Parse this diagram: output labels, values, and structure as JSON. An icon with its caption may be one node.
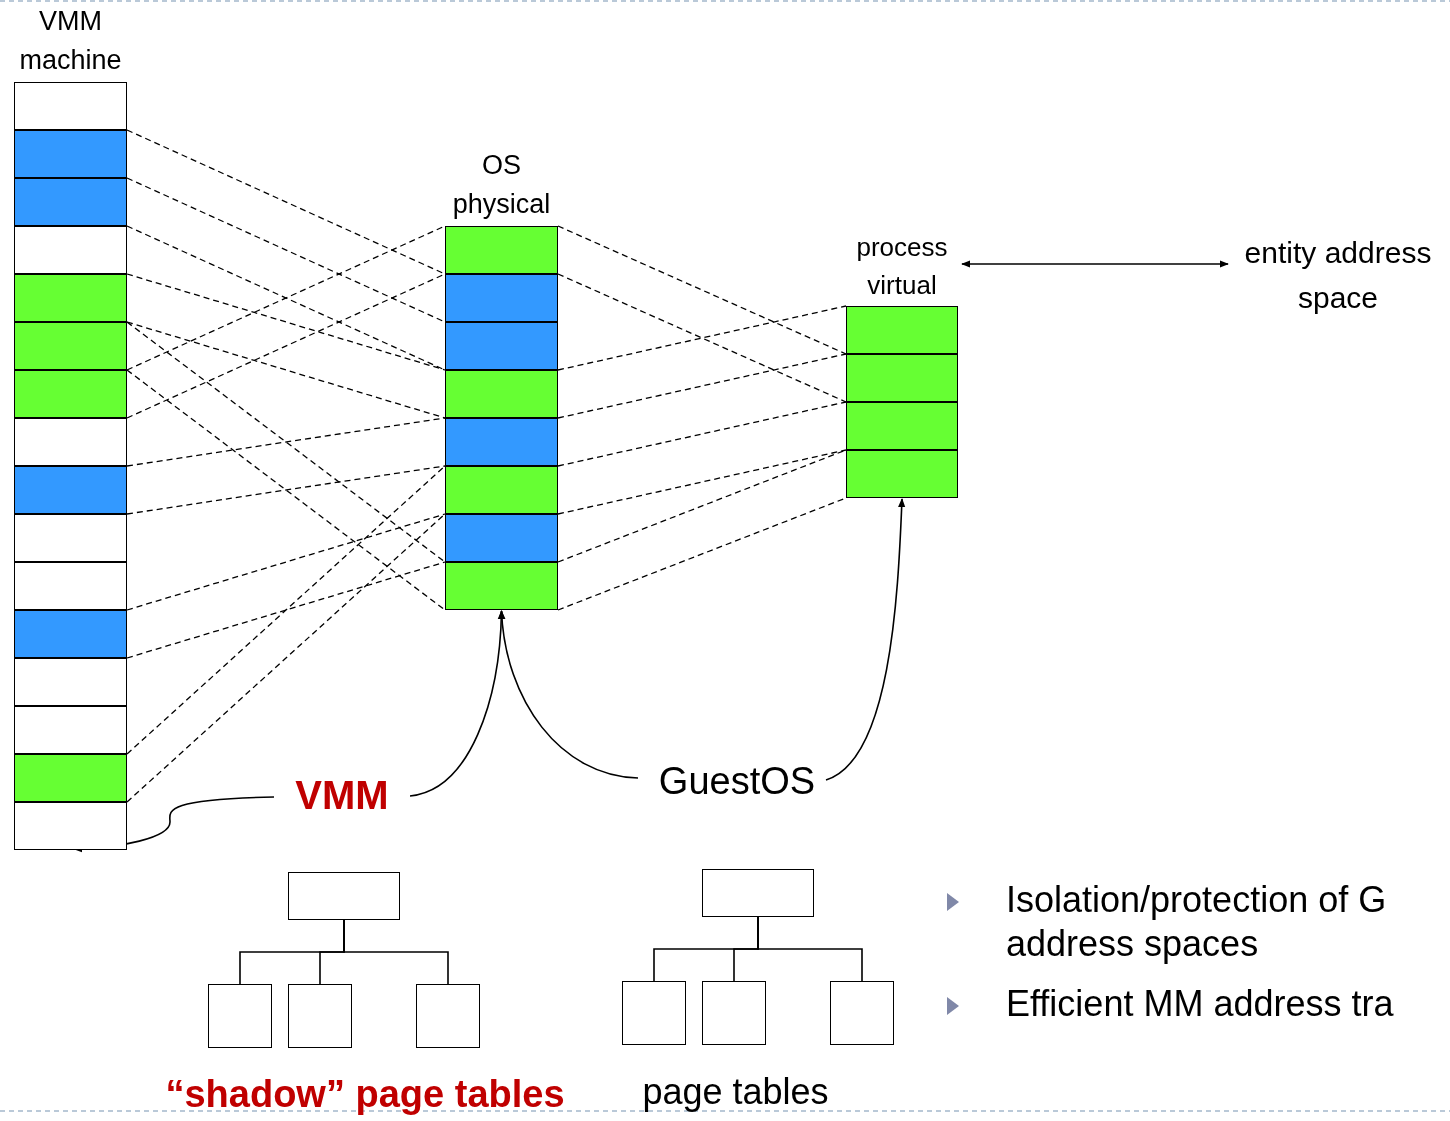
{
  "diagram": {
    "nodes": [
      {
        "text": [
          "VMM machine"
        ]
      },
      {
        "text": [],
        "shape": "box",
        "in": 0
      },
      {
        "text": [],
        "shape": "box",
        "in": 0
      },
      {
        "text": [],
        "shape": "box",
        "in": 0
      },
      {
        "text": [],
        "shape": "box",
        "in": 0
      },
      {
        "text": [],
        "shape": "box",
        "in": 0
      },
      {
        "text": [],
        "shape": "box",
        "in": 0
      },
      {
        "text": [],
        "shape": "box",
        "in": 0
      },
      {
        "text": [],
        "shape": "box",
        "in": 0
      },
      {
        "text": [],
        "shape": "box",
        "in": 0
      },
      {
        "text": [],
        "shape": "box",
        "in": 0
      },
      {
        "text": [],
        "shape": "box",
        "in": 0
      },
      {
        "text": [],
        "shape": "box",
        "in": 0
      },
      {
        "text": [],
        "shape": "box",
        "in": 0
      },
      {
        "text": [],
        "shape": "box",
        "in": 0
      },
      {
        "text": [],
        "shape": "box",
        "in": 0
      },
      {
        "text": [],
        "shape": "box",
        "in": 0
      },
      {
        "text": [
          "OS physical"
        ]
      },
      {
        "text": [],
        "shape": "box",
        "in": 17
      },
      {
        "text": [],
        "shape": "box",
        "in": 17
      },
      {
        "text": [],
        "shape": "box",
        "in": 17
      },
      {
        "text": [],
        "shape": "box",
        "in": 17
      },
      {
        "text": [],
        "shape": "box",
        "in": 17
      },
      {
        "text": [],
        "shape": "box",
        "in": 17
      },
      {
        "text": [],
        "shape": "box",
        "in": 17
      },
      {
        "text": [],
        "shape": "box",
        "in": 17
      },
      {
        "text": [
          "process virtual"
        ]
      },
      {
        "text": [],
        "shape": "box",
        "in": 26
      },
      {
        "text": [],
        "shape": "box",
        "in": 26
      },
      {
        "text": [],
        "shape": "box",
        "in": 26
      },
      {
        "text": [],
        "shape": "box",
        "in": 26
      },
      {
        "text": [
          "entity address space"
        ]
      },
      {
        "text": [
          "VMM"
        ]
      },
      {
        "text": [
          "GuestOS"
        ]
      },
      {
        "text": [],
        "shape": "box"
      },
      {
        "text": [],
        "shape": "box"
      },
      {
        "text": [],
        "shape": "box"
      },
      {
        "text": [],
        "shape": "box"
      },
      {
        "text": [],
        "shape": "box"
      },
      {
        "text": [],
        "shape": "box"
      },
      {
        "text": [],
        "shape": "box"
      },
      {
        "text": [],
        "shape": "box"
      }
    ],
    "edges": [
      {
        "from": 2,
        "to": 19,
        "arrow": "none",
        "style": "dashed"
      },
      {
        "from": 3,
        "to": 20,
        "arrow": "none",
        "style": "dashed"
      },
      {
        "from": 3,
        "to": 20,
        "arrow": "none",
        "style": "dashed"
      },
      {
        "from": 5,
        "to": 21,
        "arrow": "none",
        "style": "dashed"
      },
      {
        "from": 5,
        "to": 21,
        "arrow": "none",
        "style": "dashed"
      },
      {
        "from": 6,
        "to": 25,
        "arrow": "none",
        "style": "dashed"
      },
      {
        "from": 6,
        "to": 25,
        "arrow": "none",
        "style": "dashed"
      },
      {
        "from": 7,
        "to": 18,
        "arrow": "none",
        "style": "dashed"
      },
      {
        "from": 7,
        "to": 18,
        "arrow": "none",
        "style": "dashed"
      },
      {
        "from": 9,
        "to": 22,
        "arrow": "none",
        "style": "dashed"
      },
      {
        "from": 9,
        "to": 22,
        "arrow": "none",
        "style": "dashed"
      },
      {
        "from": 12,
        "to": 24,
        "arrow": "none",
        "style": "dashed"
      },
      {
        "from": 12,
        "to": 24,
        "arrow": "none",
        "style": "dashed"
      },
      {
        "from": 15,
        "to": 23,
        "arrow": "none",
        "style": "dashed"
      },
      {
        "from": 15,
        "to": 23,
        "arrow": "none",
        "style": "dashed"
      },
      {
        "from": 18,
        "to": 28,
        "arrow": "none",
        "style": "dashed"
      },
      {
        "from": 18,
        "to": 28,
        "arrow": "none",
        "style": "dashed"
      },
      {
        "from": 21,
        "to": 27,
        "arrow": "none",
        "style": "dashed"
      },
      {
        "from": 21,
        "to": 27,
        "arrow": "none",
        "style": "dashed"
      },
      {
        "from": 23,
        "to": 29,
        "arrow": "none",
        "style": "dashed"
      },
      {
        "from": 23,
        "to": 29,
        "arrow": "none",
        "style": "dashed"
      },
      {
        "from": 25,
        "to": 30,
        "arrow": "none",
        "style": "dashed"
      },
      {
        "from": 25,
        "to": 30,
        "arrow": "none",
        "style": "dashed"
      },
      {
        "from": 26,
        "to": 31,
        "arrow": "both"
      },
      {
        "from": 32,
        "to": 16,
        "arrow": "to"
      },
      {
        "from": 32,
        "to": 17,
        "arrow": "to"
      },
      {
        "from": 33,
        "to": 17,
        "arrow": "to"
      },
      {
        "from": 33,
        "to": 26,
        "arrow": "to"
      },
      {
        "from": 34,
        "to": 35,
        "arrow": "none"
      },
      {
        "from": 34,
        "to": 36,
        "arrow": "none"
      },
      {
        "from": 34,
        "to": 37,
        "arrow": "none"
      },
      {
        "from": 38,
        "to": 39,
        "arrow": "none"
      },
      {
        "from": 38,
        "to": 40,
        "arrow": "none"
      },
      {
        "from": 38,
        "to": 41,
        "arrow": "none"
      }
    ],
    "labels": [
      "“shadow” page tables",
      "page tables",
      "Isolation/protection of G address spaces",
      "Efficient MM address tra"
    ]
  }
}
